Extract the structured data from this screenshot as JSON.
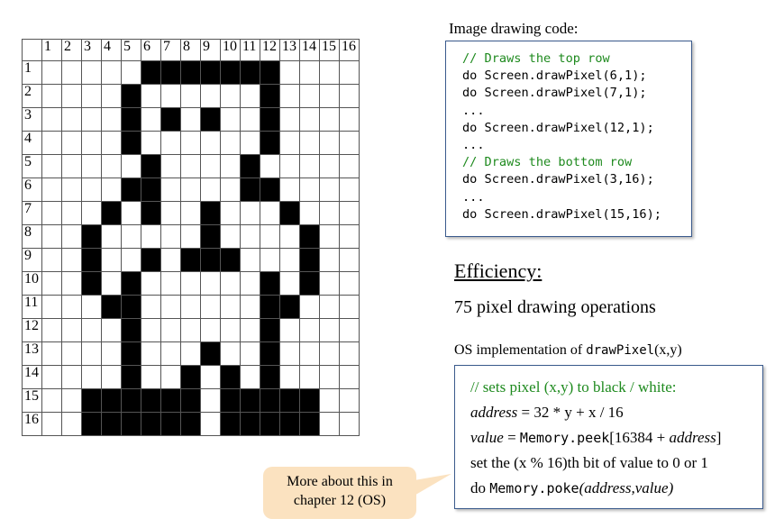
{
  "grid": {
    "columns": [
      "1",
      "2",
      "3",
      "4",
      "5",
      "6",
      "7",
      "8",
      "9",
      "10",
      "11",
      "12",
      "13",
      "14",
      "15",
      "16"
    ],
    "rows": [
      "1",
      "2",
      "3",
      "4",
      "5",
      "6",
      "7",
      "8",
      "9",
      "10",
      "11",
      "12",
      "13",
      "14",
      "15",
      "16"
    ],
    "pixel_on_color": "#000000",
    "pixel_off_color": "#ffffff",
    "pixels": [
      "0000011111110000",
      "0000100000010000",
      "0000101010010000",
      "0000100000010000",
      "0000010000100000",
      "0000110000110000",
      "0001010010001000",
      "0010000010000100",
      "0010010111000100",
      "0010100000010100",
      "0001100000011000",
      "0000100000010000",
      "0000100010010000",
      "0000100101010000",
      "0011111101111100",
      "0011111101111100"
    ]
  },
  "code_panel": {
    "title": "Image drawing code:",
    "lines": [
      {
        "text": "// Draws the top row",
        "comment": true
      },
      {
        "text": "do Screen.drawPixel(6,1);",
        "comment": false
      },
      {
        "text": "do Screen.drawPixel(7,1);",
        "comment": false
      },
      {
        "text": "...",
        "comment": false
      },
      {
        "text": "do Screen.drawPixel(12,1);",
        "comment": false
      },
      {
        "text": "...",
        "comment": false
      },
      {
        "text": "// Draws the bottom row",
        "comment": true
      },
      {
        "text": "do Screen.drawPixel(3,16);",
        "comment": false
      },
      {
        "text": "...",
        "comment": false
      },
      {
        "text": "do Screen.drawPixel(15,16);",
        "comment": false
      }
    ]
  },
  "efficiency": {
    "heading": "Efficiency:",
    "text": "75 pixel drawing operations"
  },
  "os_impl": {
    "label_prefix": "OS implementation of ",
    "label_func": "drawPixel",
    "label_args": "(x,y)",
    "comment": "// sets pixel (x,y) to black / white:",
    "address_line": {
      "lhs": "address",
      "rhs": " = 32 * y + x / 16"
    },
    "value_line": {
      "lhs": "value",
      "eq": " = ",
      "call": "Memory.peek",
      "arg": "[16384 + ",
      "arg_it": "address",
      "close": "]"
    },
    "set_line": "set the (x % 16)th bit of value to 0 or 1",
    "poke_line": {
      "prefix": "do ",
      "call": "Memory.poke",
      "args": "(address,value)"
    }
  },
  "callout": {
    "text": "More about this in chapter 12 (OS)",
    "color": "#fbe2c0"
  },
  "colors": {
    "comment": "#1e8a1e",
    "box_border": "#3a5a8c"
  }
}
